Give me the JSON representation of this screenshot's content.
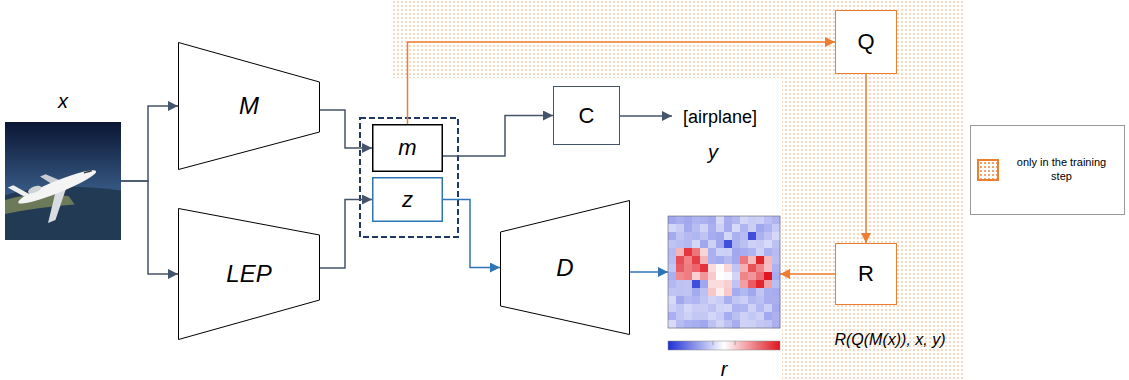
{
  "diagram": {
    "nodes": [
      {
        "text": [
          "x"
        ]
      },
      {
        "text": [
          "M"
        ]
      },
      {
        "text": [
          "LEP"
        ]
      },
      {
        "text": [
          "m"
        ]
      },
      {
        "text": [
          "z"
        ]
      },
      {
        "text": [
          "C"
        ]
      },
      {
        "text": [
          "Q"
        ]
      },
      {
        "text": [
          "D"
        ]
      },
      {
        "text": [
          "r"
        ]
      },
      {
        "text": [
          "R"
        ]
      }
    ],
    "edges": [
      {
        "from": 0,
        "to": 1,
        "arrow": "to"
      },
      {
        "from": 0,
        "to": 2,
        "arrow": "to"
      },
      {
        "from": 1,
        "to": 3,
        "arrow": "to"
      },
      {
        "from": 2,
        "to": 4,
        "arrow": "to"
      },
      {
        "from": 3,
        "to": 5,
        "arrow": "to"
      },
      {
        "from": 3,
        "to": 6,
        "arrow": "to"
      },
      {
        "from": 4,
        "to": 7,
        "arrow": "to"
      },
      {
        "from": 7,
        "to": 8,
        "arrow": "to"
      },
      {
        "from": 6,
        "to": 9,
        "arrow": "to"
      },
      {
        "from": 9,
        "to": 8,
        "arrow": "to"
      }
    ],
    "labels": [
      "[airplane]",
      "y",
      "R(Q(M(x)), x, y)"
    ],
    "legend": [
      {
        "text": "only in the training step"
      }
    ]
  }
}
